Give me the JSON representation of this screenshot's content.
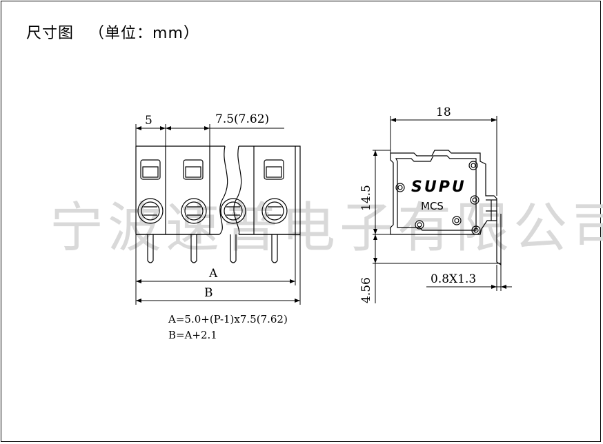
{
  "title": {
    "name": "尺寸图",
    "unit": "（单位：mm）"
  },
  "watermark": "宁波速普电子有限公司",
  "front_view": {
    "dim_pitch_first": "5",
    "dim_pitch": "7.5(7.62)",
    "dim_a": "A",
    "dim_b": "B"
  },
  "side_view": {
    "dim_width": "18",
    "dim_height": "14.5",
    "dim_pin_length": "4.56",
    "dim_pin_size": "0.8X1.3",
    "logo": "SUPU",
    "model": "MCS"
  },
  "formulas": {
    "a": "A=5.0+(P-1)x7.5(7.62)",
    "b": "B=A+2.1"
  }
}
